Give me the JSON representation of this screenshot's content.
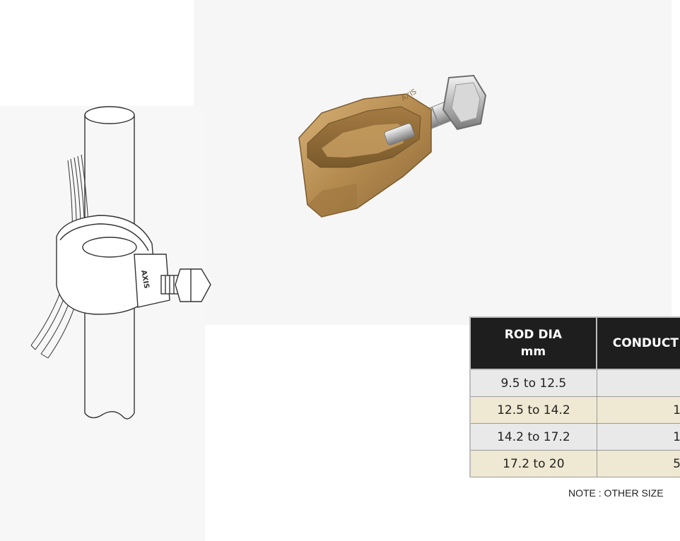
{
  "product": {
    "brand_mark": "AXIS",
    "drawing_mark": "AXIS"
  },
  "table": {
    "headers": [
      "ROD DIA\nmm",
      "CONDUCT"
    ],
    "header_line1": "ROD DIA",
    "header_line2": "mm",
    "header_col2": "CONDUCT",
    "rows": [
      {
        "rod_dia": "9.5 to 12.5",
        "conductor": ""
      },
      {
        "rod_dia": "12.5 to 14.2",
        "conductor": "1"
      },
      {
        "rod_dia": "14.2 to 17.2",
        "conductor": "1"
      },
      {
        "rod_dia": "17.2 to 20",
        "conductor": "5"
      }
    ],
    "colors": {
      "header_bg": "#1e1e1e",
      "row_odd": "#e9e9e9",
      "row_even": "#efe8d2"
    }
  },
  "note": "NOTE : OTHER SIZE"
}
